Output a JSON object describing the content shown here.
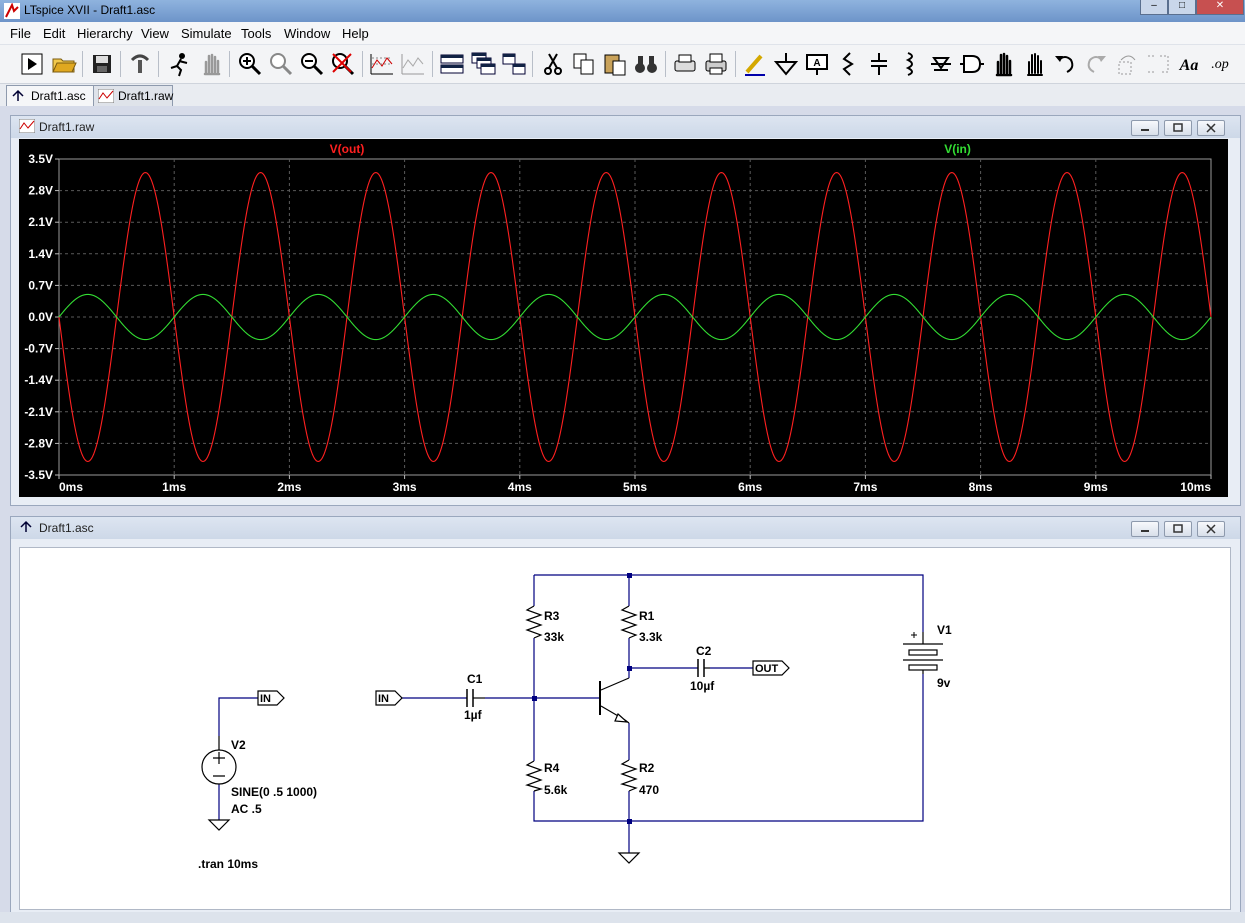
{
  "app": {
    "window_title": "LTspice XVII - Draft1.asc",
    "window_controls": [
      "–",
      "□",
      "✕"
    ]
  },
  "menu": [
    "File",
    "Edit",
    "Hierarchy",
    "View",
    "Simulate",
    "Tools",
    "Window",
    "Help"
  ],
  "toolbar_icons": [
    "run-icon",
    "open-icon",
    "save-icon",
    "control-panel-icon",
    "run-halt-icon",
    "hand-icon",
    "zoom-in-icon",
    "zoom-area-icon",
    "zoom-out-icon",
    "zoom-cancel-icon",
    "autorange-icon",
    "pick-traces-icon",
    "tile-horizontal-icon",
    "cascade-icon",
    "tile-vertical-icon",
    "cut-icon",
    "copy-icon",
    "paste-icon",
    "find-icon",
    "print-preview-icon",
    "print-icon",
    "wire-icon",
    "ground-icon",
    "label-icon",
    "resistor-icon",
    "capacitor-icon",
    "inductor-icon",
    "diode-icon",
    "component-icon",
    "move-icon",
    "drag-icon",
    "undo-icon",
    "redo-icon",
    "rotate-icon",
    "mirror-icon",
    "text-icon",
    "spice-directive-icon"
  ],
  "tabs": [
    {
      "label": "Draft1.asc",
      "active": true
    },
    {
      "label": "Draft1.raw",
      "active": false
    }
  ],
  "waveform": {
    "caption": "Draft1.raw",
    "background": "#000000",
    "grid_color": "#5a5a5a"
  },
  "chart_data": {
    "type": "line",
    "title": "",
    "xlabel": "",
    "ylabel": "",
    "xlim": [
      0,
      10
    ],
    "ylim": [
      -3.5,
      3.5
    ],
    "x_ticks": [
      "0ms",
      "1ms",
      "2ms",
      "3ms",
      "4ms",
      "5ms",
      "6ms",
      "7ms",
      "8ms",
      "9ms",
      "10ms"
    ],
    "y_ticks": [
      "3.5V",
      "2.8V",
      "2.1V",
      "1.4V",
      "0.7V",
      "0.0V",
      "-0.7V",
      "-1.4V",
      "-2.1V",
      "-2.8V",
      "-3.5V"
    ],
    "grid": true,
    "series": [
      {
        "name": "V(out)",
        "color": "#ff2020",
        "amplitude": 3.2,
        "frequency_khz": 1,
        "phase_deg": 180,
        "offset": 0
      },
      {
        "name": "V(in)",
        "color": "#33dd33",
        "amplitude": 0.5,
        "frequency_khz": 1,
        "phase_deg": 0,
        "offset": 0
      }
    ]
  },
  "schematic": {
    "caption": "Draft1.asc",
    "labels": {
      "in_left": "IN",
      "in_mid": "IN",
      "out": "OUT",
      "v2": "V2",
      "v2_value1": "SINE(0 .5 1000)",
      "v2_value2": "AC .5",
      "tran": ".tran 10ms",
      "c1": "C1",
      "c1_value": "1µf",
      "r3": "R3",
      "r3_value": "33k",
      "r4": "R4",
      "r4_value": "5.6k",
      "r1": "R1",
      "r1_value": "3.3k",
      "r2": "R2",
      "r2_value": "470",
      "c2": "C2",
      "c2_value": "10µf",
      "v1": "V1",
      "v1_value": "9v"
    },
    "wire_color": "#000080",
    "symbol_color": "#000000"
  }
}
